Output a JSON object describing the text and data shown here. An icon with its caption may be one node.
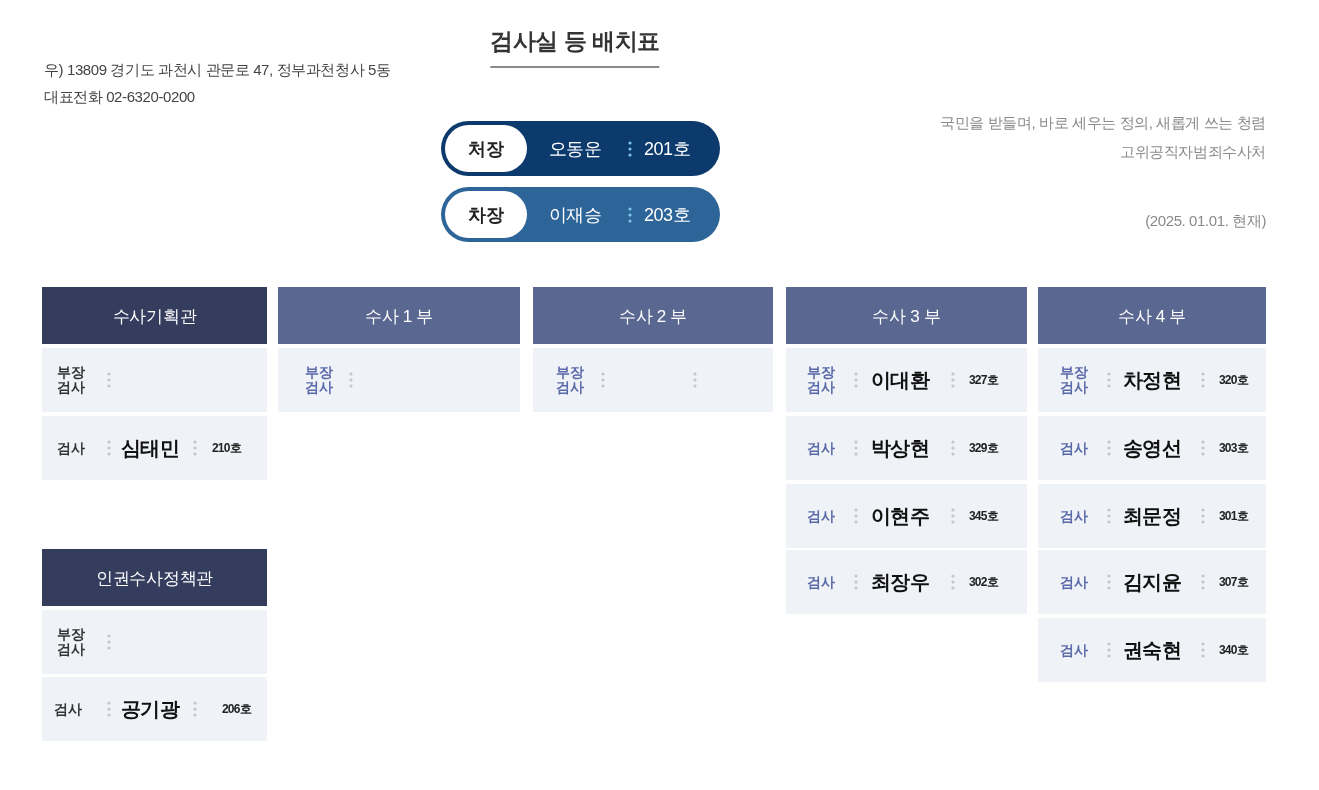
{
  "diagram": {
    "title": "검사실 등 배치표",
    "nodes": [
      {
        "text": [
          "오동운",
          "201호"
        ]
      },
      {
        "text": [
          "처장"
        ],
        "in": 0
      },
      {
        "text": [
          "이재승",
          "203호"
        ]
      },
      {
        "text": [
          "차장"
        ],
        "in": 2
      },
      {
        "text": [
          "수사기획관"
        ]
      },
      {
        "text": [
          "부장 검사"
        ]
      },
      {
        "text": [
          "검사",
          "심태민",
          "210호"
        ]
      },
      {
        "text": [
          "인권수사정책관"
        ]
      },
      {
        "text": [
          "부장 검사"
        ]
      },
      {
        "text": [
          "검사",
          "공기광",
          "206호"
        ]
      },
      {
        "text": [
          "수사 1 부"
        ]
      },
      {
        "text": [
          "부장 검사"
        ]
      },
      {
        "text": [
          "수사 2 부"
        ]
      },
      {
        "text": [
          "부장 검사"
        ]
      },
      {
        "text": [
          "수사 3 부"
        ]
      },
      {
        "text": [
          "부장 검사",
          "이대환",
          "327호"
        ]
      },
      {
        "text": [
          "검사",
          "박상현",
          "329호"
        ]
      },
      {
        "text": [
          "검사",
          "이현주",
          "345호"
        ]
      },
      {
        "text": [
          "검사",
          "최장우",
          "302호"
        ]
      },
      {
        "text": [
          "수사 4 부"
        ]
      },
      {
        "text": [
          "부장 검사",
          "차정현",
          "320호"
        ]
      },
      {
        "text": [
          "검사",
          "송영선",
          "303호"
        ]
      },
      {
        "text": [
          "검사",
          "최문정",
          "301호"
        ]
      },
      {
        "text": [
          "검사",
          "김지윤",
          "307호"
        ]
      },
      {
        "text": [
          "검사",
          "권숙현",
          "340호"
        ]
      }
    ],
    "labels": [
      "우) 13809 경기도 과천시 관문로 47, 정부과천청사 5동",
      "대표전화 02-6320-0200",
      "국민을 받들며, 바로 세우는 정의, 새롭게 쓰는 청렴",
      "고위공직자범죄수사처",
      "(2025. 01.01. 현재)"
    ]
  }
}
